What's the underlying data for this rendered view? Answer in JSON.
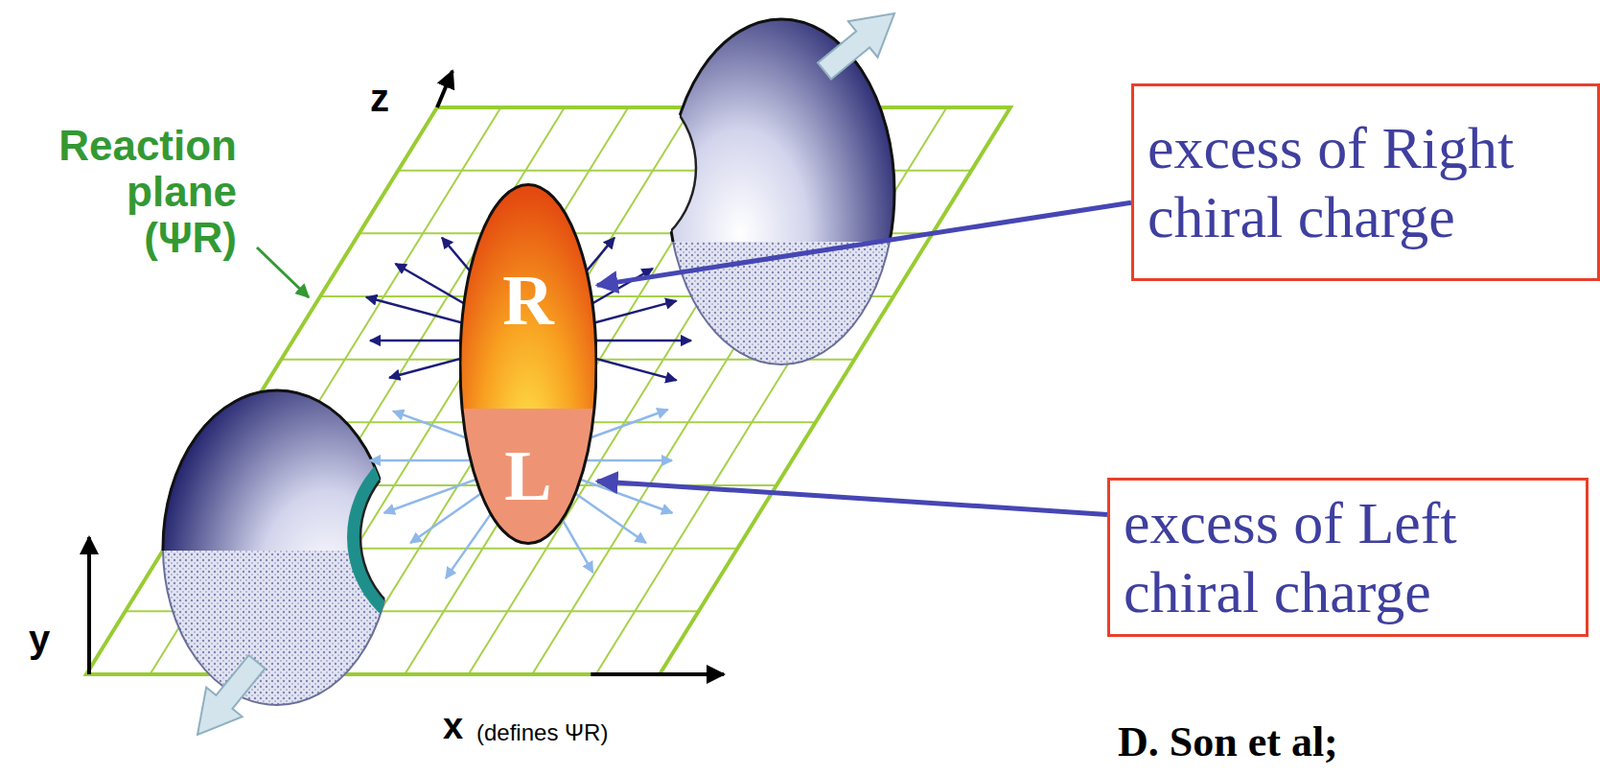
{
  "diagram": {
    "nodes": [
      {
        "text": [
          "excess of Right chiral charge"
        ]
      },
      {
        "text": [
          "R"
        ]
      },
      {
        "text": [
          "L"
        ]
      },
      {
        "text": [
          "excess of Left chiral charge"
        ]
      }
    ],
    "edges": [
      {
        "from": 0,
        "to": 1,
        "arrow": "to"
      },
      {
        "from": 3,
        "to": 2,
        "arrow": "to"
      }
    ],
    "labels": [
      "z",
      "Reaction plane",
      "(ΨR)",
      "y",
      "x",
      "(defines ΨR)",
      "D. Son et al;"
    ]
  }
}
